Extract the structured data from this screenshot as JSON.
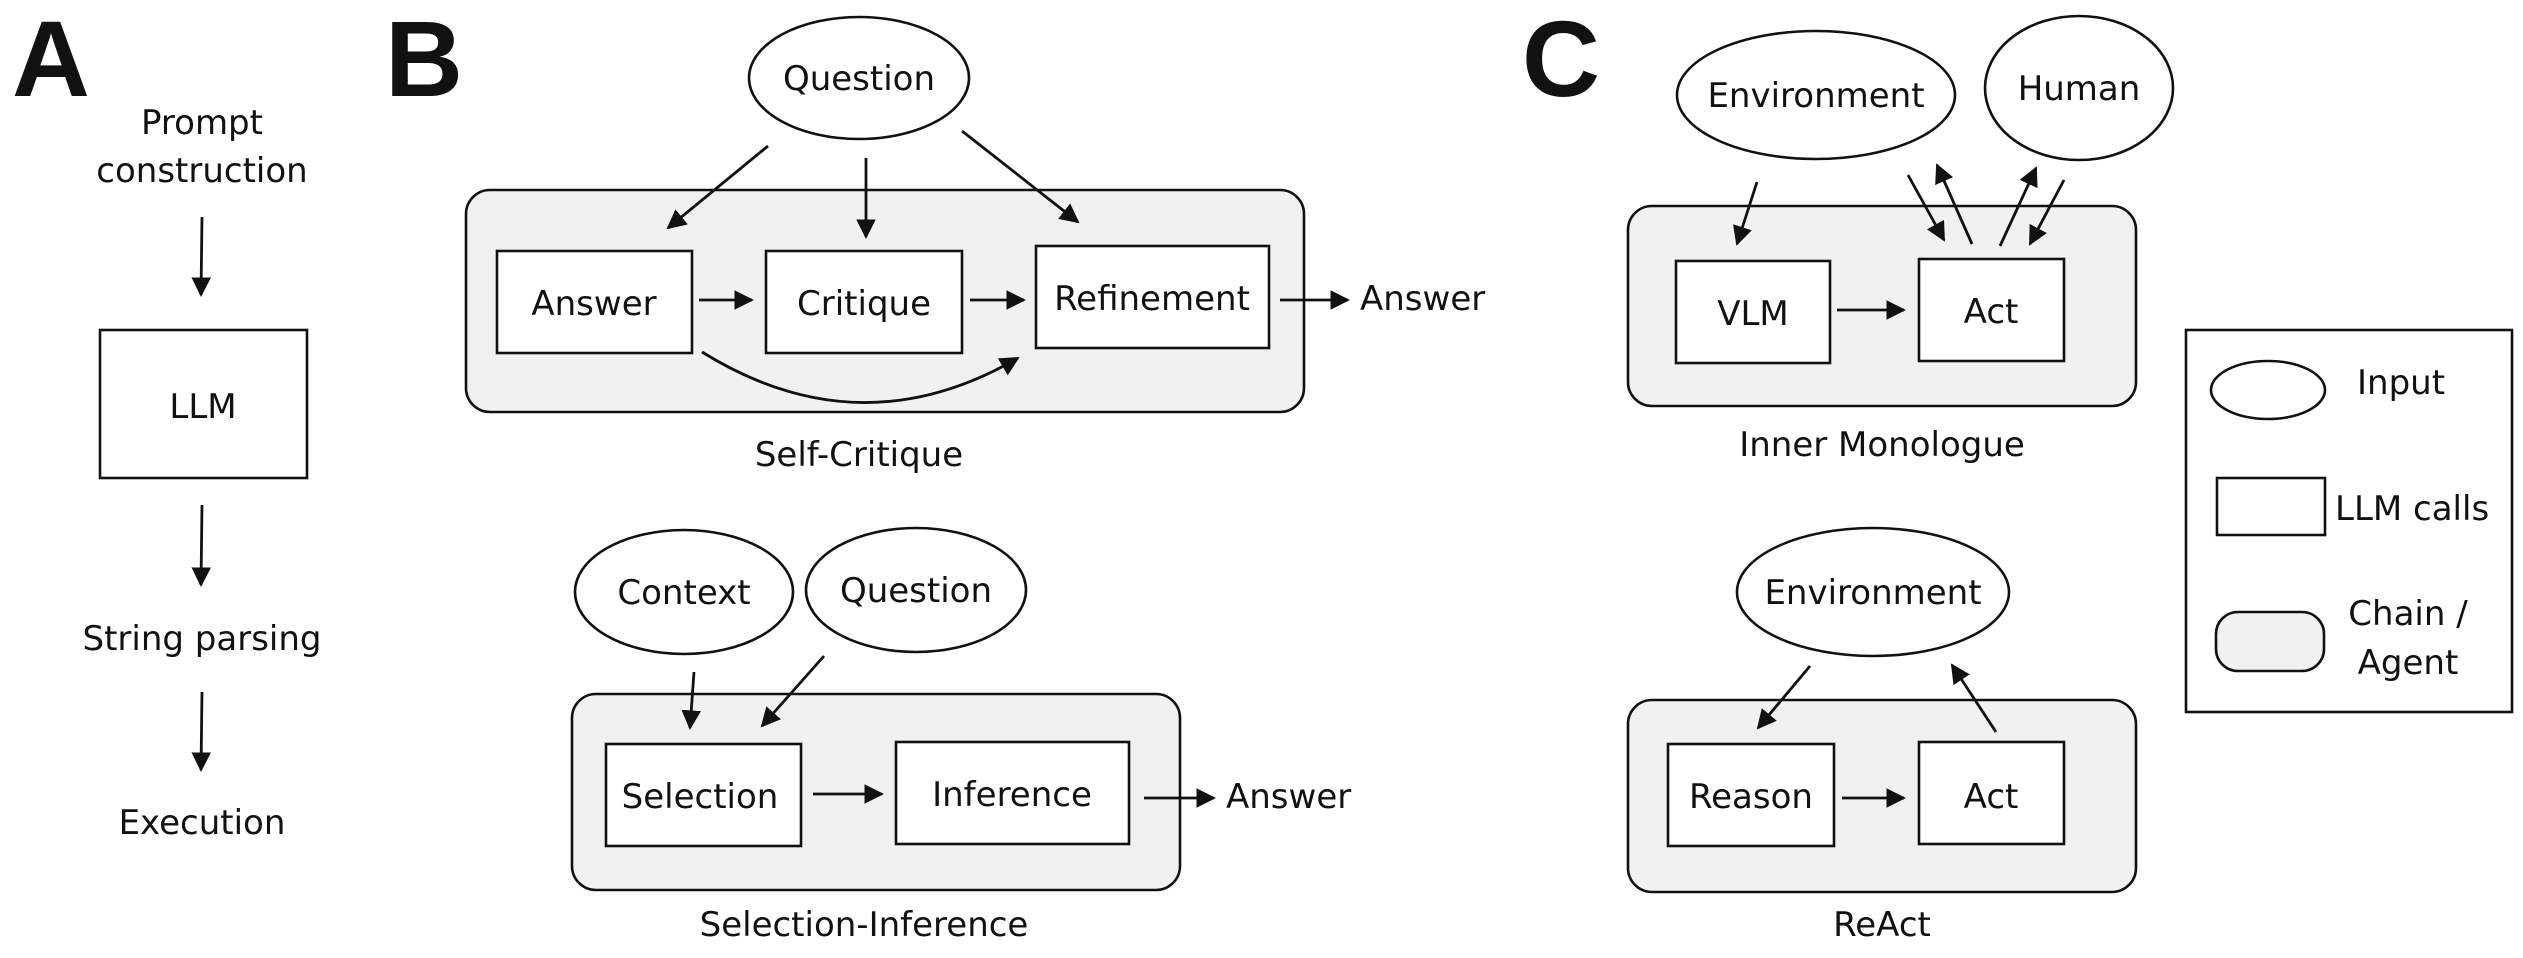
{
  "panels": {
    "A": {
      "letter": "A",
      "step1_line1": "Prompt",
      "step1_line2": "construction",
      "llm": "LLM",
      "step3": "String parsing",
      "step4": "Execution"
    },
    "B": {
      "letter": "B",
      "self_critique": {
        "question": "Question",
        "answer": "Answer",
        "critique": "Critique",
        "refinement": "Refinement",
        "output": "Answer",
        "caption": "Self-Critique"
      },
      "selection_inference": {
        "context": "Context",
        "question": "Question",
        "selection": "Selection",
        "inference": "Inference",
        "output": "Answer",
        "caption": "Selection-Inference"
      }
    },
    "C": {
      "letter": "C",
      "inner_monologue": {
        "environment": "Environment",
        "human": "Human",
        "vlm": "VLM",
        "act": "Act",
        "caption": "Inner Monologue"
      },
      "react": {
        "environment": "Environment",
        "reason": "Reason",
        "act": "Act",
        "caption": "ReAct"
      }
    }
  },
  "legend": {
    "input": "Input",
    "llm_calls": "LLM calls",
    "chain_line1": "Chain /",
    "chain_line2": "Agent"
  }
}
